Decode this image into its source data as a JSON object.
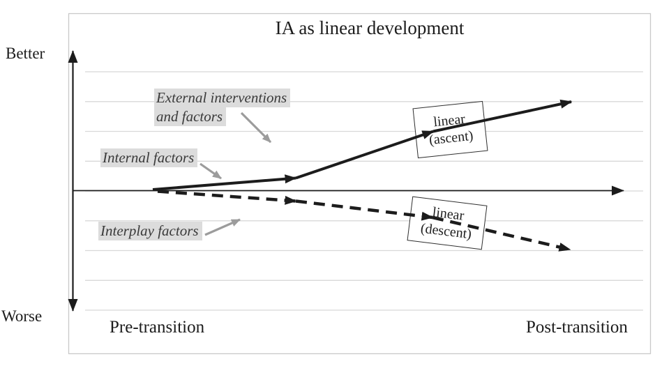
{
  "figure": {
    "title": "IA as linear development",
    "y_axis": {
      "top_label": "Better",
      "bottom_label": "Worse"
    },
    "x_axis": {
      "left_label": "Pre-transition",
      "right_label": "Post-transition"
    },
    "factors": {
      "external_line1": "External interventions",
      "external_line2": "and factors",
      "internal": "Internal factors",
      "interplay": "Interplay factors"
    },
    "trajectories": {
      "ascent": {
        "line1": "linear",
        "line2": "(ascent)",
        "style": "solid",
        "direction": "ascending"
      },
      "descent": {
        "line1": "linear",
        "line2": "(descent)",
        "style": "dashed",
        "direction": "descending"
      }
    },
    "colors": {
      "line": "#1c1c1c",
      "gridline": "#d8d8d8",
      "frame": "#c9c9c9",
      "label_highlight": "#dcdcdc",
      "factor_text": "#3a3a3a",
      "annotation_arrow": "#9c9c9c"
    }
  }
}
